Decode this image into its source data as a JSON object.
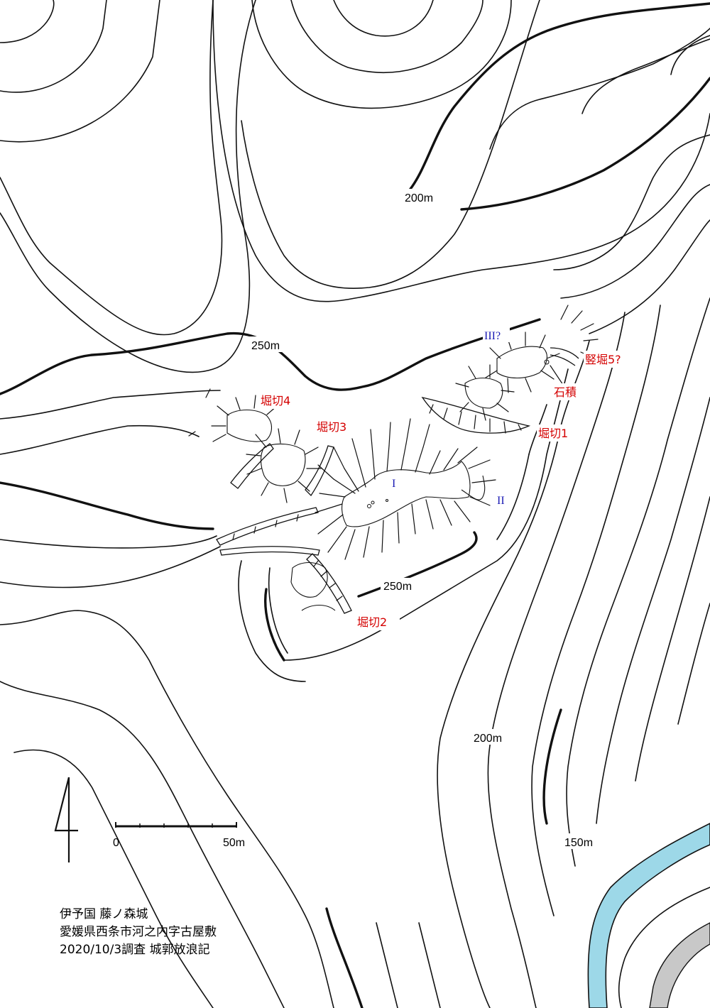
{
  "labels": {
    "elevations": [
      "200m",
      "250m",
      "250m",
      "200m",
      "150m"
    ],
    "features": [
      "堀切4",
      "堀切3",
      "堀切1",
      "堀切2",
      "竪堀5?",
      "石積"
    ],
    "enclosures": [
      "I",
      "II",
      "III?"
    ]
  },
  "scale": {
    "start": "0",
    "end": "50m"
  },
  "north_arrow_icon": "north-arrow-icon",
  "caption": {
    "line1": "伊予国 藤ノ森城",
    "line2": "愛媛県西条市河之内字古屋敷",
    "line3": "2020/10/3調査 城郭放浪記"
  },
  "colors": {
    "river": "#9dd8e8",
    "road": "#c8c8c8",
    "feature_text": "#d40000",
    "enclosure_text": "#1a1ab4"
  }
}
